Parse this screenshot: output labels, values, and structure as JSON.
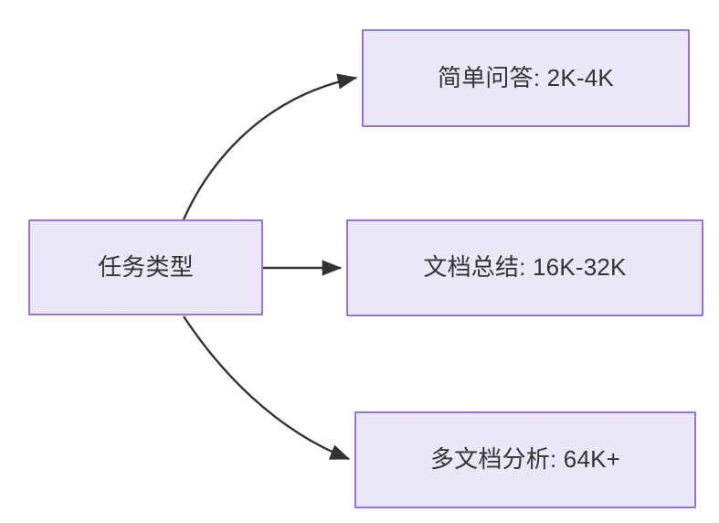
{
  "diagram": {
    "type": "flowchart",
    "orientation": "left-to-right",
    "background_color": "#ffffff",
    "node_fill_color": "#eae7f9",
    "node_border_color": "#9575dd",
    "node_text_color": "#333333",
    "edge_color": "#333333",
    "nodes": [
      {
        "id": "source",
        "label": "任务类型",
        "role": "root"
      },
      {
        "id": "simple",
        "label": "简单问答: 2K-4K",
        "role": "leaf"
      },
      {
        "id": "summary",
        "label": "文档总结: 16K-32K",
        "role": "leaf"
      },
      {
        "id": "multidoc",
        "label": "多文档分析: 64K+",
        "role": "leaf"
      }
    ],
    "edges": [
      {
        "from": "source",
        "to": "simple",
        "style": "curved",
        "arrow": "arrowhead-icon"
      },
      {
        "from": "source",
        "to": "summary",
        "style": "straight",
        "arrow": "arrowhead-icon"
      },
      {
        "from": "source",
        "to": "multidoc",
        "style": "curved",
        "arrow": "arrowhead-icon"
      }
    ]
  }
}
